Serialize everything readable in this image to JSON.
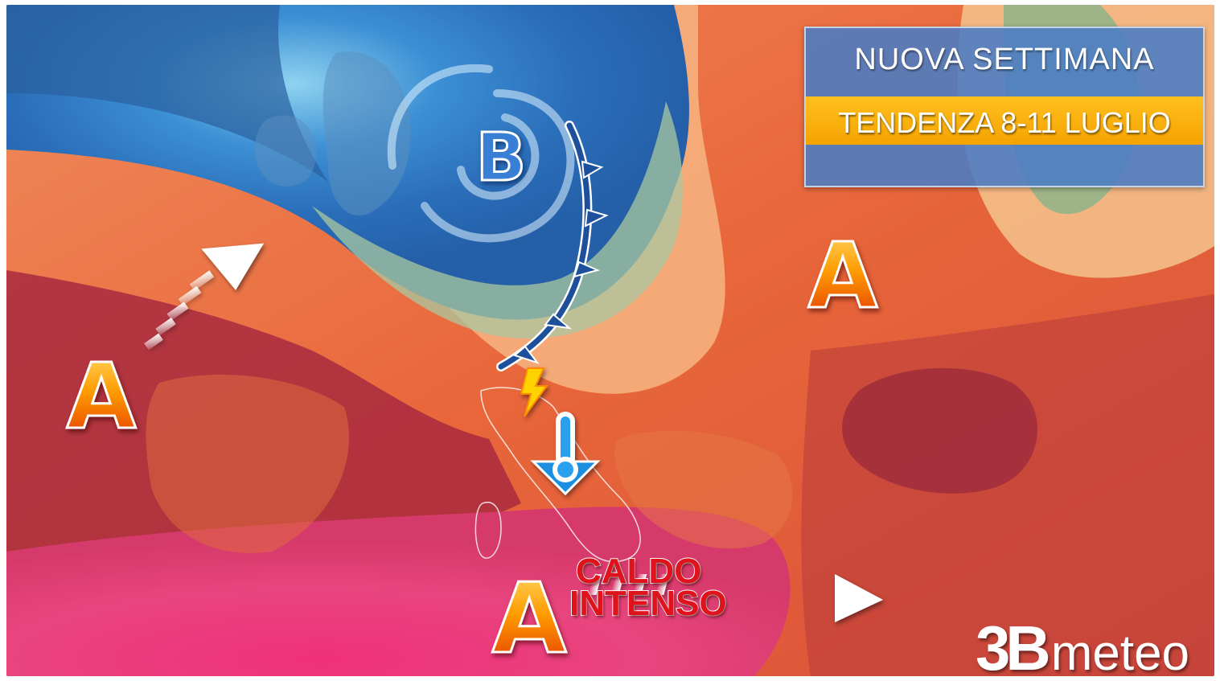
{
  "panel": {
    "title": "NUOVA SETTIMANA",
    "subtitle": "TENDENZA 8-11 LUGLIO"
  },
  "pressure_systems": {
    "low": "B",
    "high_atlantic": "A",
    "high_east": "A",
    "high_south": "A"
  },
  "heat_label": {
    "line1": "CALDO",
    "line2": "INTENSO"
  },
  "logo": {
    "mark": "3B",
    "text": "meteo"
  },
  "icons": [
    "lightning-icon",
    "thermometer-icon",
    "cold-front-symbol",
    "motion-arrow-icon"
  ],
  "colors": {
    "cold_air": "#2f79c4",
    "warm_air": "#e9603a",
    "hot_air": "#b3243f",
    "high_label": "#ff9a00",
    "heat_text": "#e0121b",
    "panel_blue": "#4a7cc4",
    "panel_band": "#f5a300"
  }
}
